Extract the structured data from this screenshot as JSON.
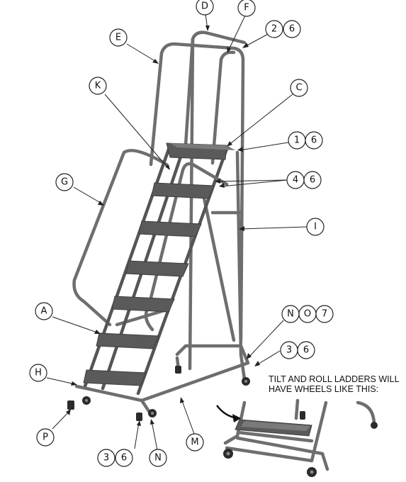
{
  "callouts": [
    {
      "id": "D",
      "label": "D"
    },
    {
      "id": "F",
      "label": "F"
    },
    {
      "id": "E",
      "label": "E"
    },
    {
      "id": "2",
      "label": "2"
    },
    {
      "id": "6a",
      "label": "6"
    },
    {
      "id": "K",
      "label": "K"
    },
    {
      "id": "C",
      "label": "C"
    },
    {
      "id": "1",
      "label": "1"
    },
    {
      "id": "6b",
      "label": "6"
    },
    {
      "id": "G",
      "label": "G"
    },
    {
      "id": "4",
      "label": "4"
    },
    {
      "id": "6c",
      "label": "6"
    },
    {
      "id": "I",
      "label": "I"
    },
    {
      "id": "A",
      "label": "A"
    },
    {
      "id": "N1",
      "label": "N"
    },
    {
      "id": "O",
      "label": "O"
    },
    {
      "id": "7",
      "label": "7"
    },
    {
      "id": "3a",
      "label": "3"
    },
    {
      "id": "6d",
      "label": "6"
    },
    {
      "id": "H",
      "label": "H"
    },
    {
      "id": "P",
      "label": "P"
    },
    {
      "id": "M",
      "label": "M"
    },
    {
      "id": "3b",
      "label": "3"
    },
    {
      "id": "6e",
      "label": "6"
    },
    {
      "id": "N2",
      "label": "N"
    }
  ],
  "note": "TILT AND ROLL LADDERS WILL HAVE WHEELS LIKE THIS:",
  "colors": {
    "frame": "#6e6e6e",
    "tread": "#5a5a5a",
    "wheel": "#2b2b2b"
  }
}
